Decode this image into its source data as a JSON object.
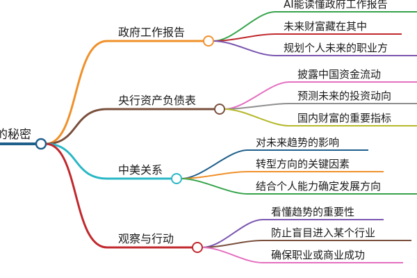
{
  "root": {
    "label": "的秘密",
    "color": "#1f5f8b"
  },
  "branches": [
    {
      "label": "政府工作报告",
      "color": "#f0902a",
      "leaves": [
        {
          "label": "AI能读懂政府工作报告",
          "color": "#35a34a"
        },
        {
          "label": "未来财富藏在其中",
          "color": "#c0282d"
        },
        {
          "label": "规划个人未来的职业方",
          "color": "#7a56b0"
        }
      ]
    },
    {
      "label": "央行资产负债表",
      "color": "#7a4f3c",
      "leaves": [
        {
          "label": "披露中国资金流动",
          "color": "#e46fc0"
        },
        {
          "label": "预测未来的投资动向",
          "color": "#8e8e8e"
        },
        {
          "label": "国内财富的重要指标",
          "color": "#b5b82a"
        }
      ]
    },
    {
      "label": "中美关系",
      "color": "#29b7c6",
      "leaves": [
        {
          "label": "对未来趋势的影响",
          "color": "#1f5f8b"
        },
        {
          "label": "转型方向的关键因素",
          "color": "#f0902a"
        },
        {
          "label": "结合个人能力确定发展方向",
          "color": "#35a34a"
        }
      ]
    },
    {
      "label": "观察与行动",
      "color": "#c0282d",
      "leaves": [
        {
          "label": "看懂趋势的重要性",
          "color": "#7a56b0"
        },
        {
          "label": "防止盲目进入某个行业",
          "color": "#7a4f3c"
        },
        {
          "label": "确保职业或商业成功",
          "color": "#e46fc0"
        }
      ]
    }
  ]
}
